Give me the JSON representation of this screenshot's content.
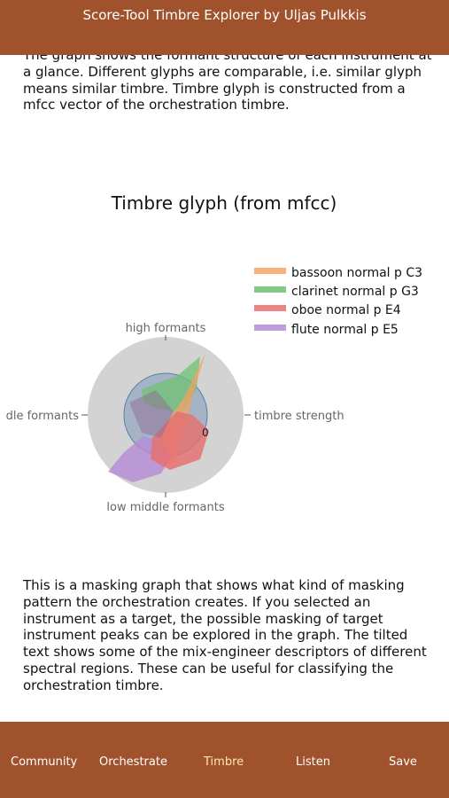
{
  "header": {
    "title": "Score-Tool Timbre Explorer by Uljas Pulkkis"
  },
  "intro_text": "The graph shows the formant structure of each instrument at a glance. Different glyphs are comparable, i.e. similar glyph means similar timbre. Timbre glyph is constructed from a mfcc vector of the orchestration timbre.",
  "chart_data": {
    "type": "radar",
    "title": "Timbre glyph (from mfcc)",
    "axes": [
      "high formants",
      "timbre strength",
      "low middle formants",
      "low middle formants"
    ],
    "axis_labels_visible": [
      "high formants",
      "dle formants",
      "timbre strength",
      "low middle formants"
    ],
    "radial_tick_label": "0",
    "legend_position": "top-right",
    "series": [
      {
        "name": "bassoon normal p C3",
        "color": "#f4a261"
      },
      {
        "name": "clarinet normal p G3",
        "color": "#6cc070"
      },
      {
        "name": "oboe normal p E4",
        "color": "#e76f6f"
      },
      {
        "name": "flute normal p E5",
        "color": "#b58bd6"
      }
    ]
  },
  "outro_text": "This is a masking graph that shows what kind of masking pattern the orchestration creates. If you selected an instrument as a target, the possible masking of target instrument peaks can be explored in the graph. The tilted text shows some of the mix-engineer descriptors of different spectral regions. These can be useful for classifying the orchestration timbre.",
  "tabs": [
    {
      "label": "Community"
    },
    {
      "label": "Orchestrate"
    },
    {
      "label": "Timbre"
    },
    {
      "label": "Listen"
    },
    {
      "label": "Save"
    }
  ],
  "colors": {
    "bar": "#a0522d",
    "active_tab": "#ffe7b0"
  }
}
